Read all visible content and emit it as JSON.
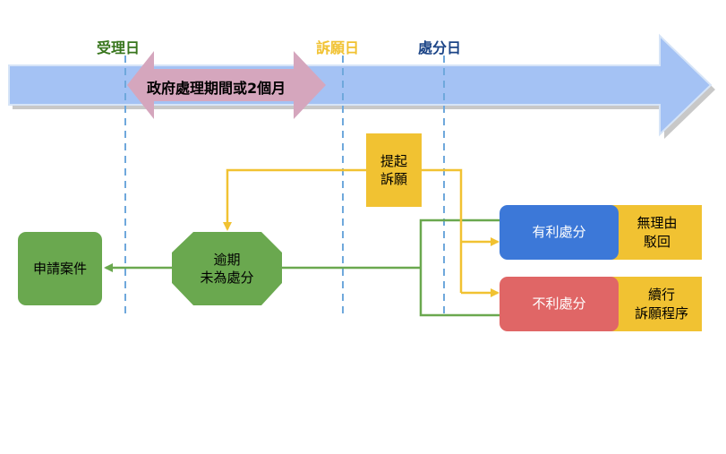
{
  "timeline": {
    "accept_day": "受理日",
    "appeal_day": "訴願日",
    "decision_day": "處分日",
    "period_label": "政府處理期間或2個月"
  },
  "nodes": {
    "application": "申請案件",
    "overdue_line1": "逾期",
    "overdue_line2": "未為處分",
    "appeal_line1": "提起",
    "appeal_line2": "訴願",
    "favorable": "有利處分",
    "unfavorable": "不利處分",
    "dismiss_line1": "無理由",
    "dismiss_line2": "駁回",
    "continue_line1": "續行",
    "continue_line2": "訴願程序"
  },
  "colors": {
    "timeline_arrow": "#a4c2f4",
    "period_arrow": "#d5a6bd",
    "accept_label": "#38761d",
    "appeal_label": "#f1c232",
    "decision_label": "#1c4587",
    "green_node": "#6aa84f",
    "yellow_node": "#f1c232",
    "blue_node": "#3c78d8",
    "red_node": "#e06666",
    "dashed_line": "#6fa8dc"
  }
}
